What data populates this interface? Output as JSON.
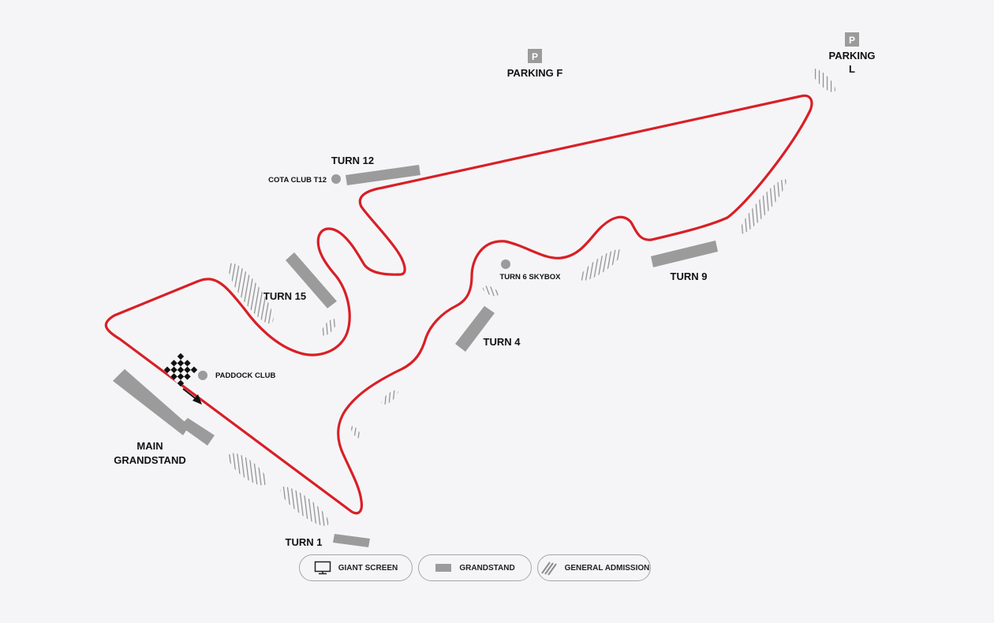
{
  "map": {
    "track_color": "#d91f26",
    "grandstand_color": "#9b9b9b",
    "ga_color": "#8c8c8c",
    "background_color": "#f5f5f7",
    "labels": {
      "parking_icon": "P",
      "parking_f": "PARKING F",
      "parking_l_line1": "PARKING",
      "parking_l_line2": "L",
      "turn_12": "TURN 12",
      "cota_club": "COTA CLUB T12",
      "turn_15": "TURN 15",
      "turn_6_skybox": "TURN 6 SKYBOX",
      "turn_9": "TURN 9",
      "turn_4": "TURN 4",
      "paddock_club": "PADDOCK CLUB",
      "main_grandstand_line1": "MAIN",
      "main_grandstand_line2": "GRANDSTAND",
      "turn_1": "TURN 1"
    },
    "icons": [
      "parking-icon",
      "checkered-flag-icon",
      "direction-arrow-icon",
      "giant-screen-icon",
      "grandstand-icon",
      "general-admission-icon"
    ]
  },
  "legend": {
    "giant_screen": "GIANT SCREEN",
    "grandstand": "GRANDSTAND",
    "general_admission": "GENERAL ADMISSION"
  }
}
